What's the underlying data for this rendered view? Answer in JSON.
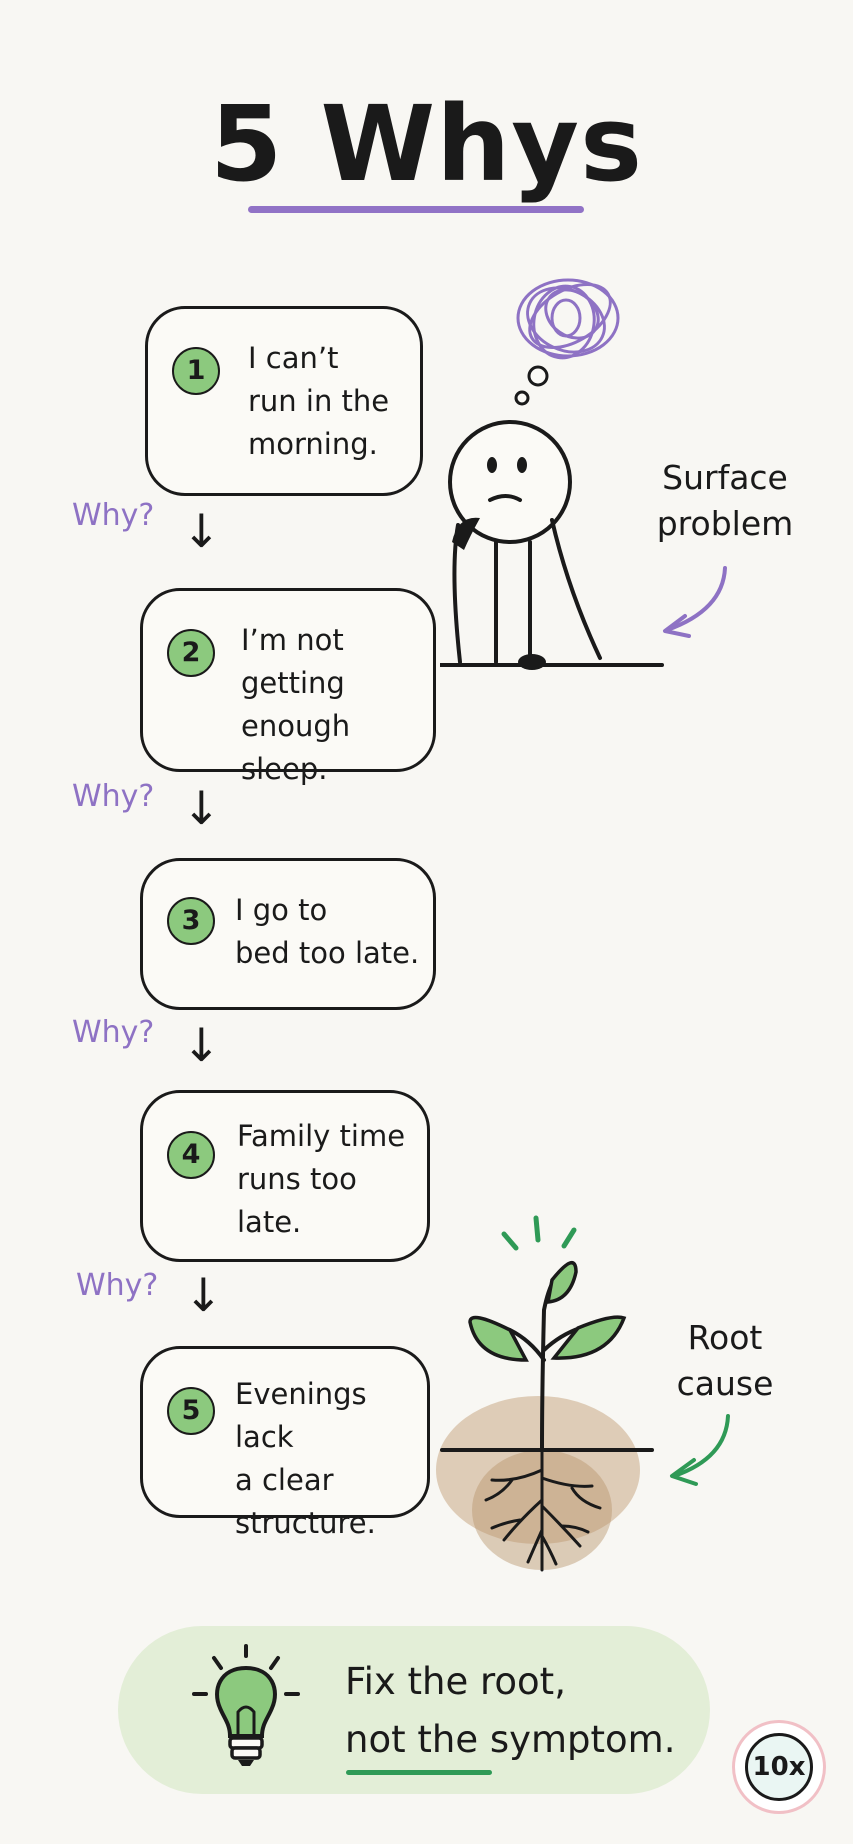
{
  "title": "5 Whys",
  "steps": [
    {
      "number": "1",
      "text": "I can’t\nrun in the\nmorning."
    },
    {
      "number": "2",
      "text": "I’m not\ngetting enough\nsleep."
    },
    {
      "number": "3",
      "text": "I go to\nbed too late."
    },
    {
      "number": "4",
      "text": "Family time\nruns too\nlate."
    },
    {
      "number": "5",
      "text": "Evenings lack\na clear\nstructure."
    }
  ],
  "why_label": "Why?",
  "arrow_glyph": "↓",
  "surface_label": "Surface\nproblem",
  "root_label": "Root\ncause",
  "tip": {
    "line1": "Fix the root,",
    "line2_part1": "not the",
    "line2_part2": " symptom."
  },
  "badge": "10x",
  "colors": {
    "accent_purple": "#9173c6",
    "green": "#8cc97e",
    "tip_bg": "#e3eed7",
    "soil": "#b8946d"
  },
  "icons": [
    "tangled-thought-icon",
    "thinking-person-icon",
    "sprout-roots-icon",
    "lightbulb-icon"
  ]
}
